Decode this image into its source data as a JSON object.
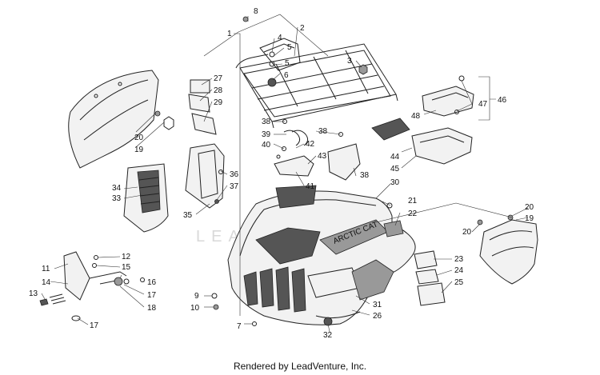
{
  "watermark": "LEADVENTURE",
  "footer": "Rendered by LeadVenture, Inc.",
  "callouts": [
    "1",
    "2",
    "3",
    "4",
    "5",
    "5",
    "6",
    "7",
    "8",
    "9",
    "10",
    "11",
    "12",
    "13",
    "14",
    "15",
    "16",
    "17",
    "17",
    "18",
    "19",
    "19",
    "20",
    "20",
    "20",
    "21",
    "22",
    "23",
    "24",
    "25",
    "26",
    "27",
    "28",
    "29",
    "30",
    "31",
    "32",
    "33",
    "34",
    "35",
    "36",
    "37",
    "38",
    "38",
    "38",
    "39",
    "40",
    "41",
    "42",
    "43",
    "44",
    "45",
    "46",
    "47",
    "48"
  ]
}
